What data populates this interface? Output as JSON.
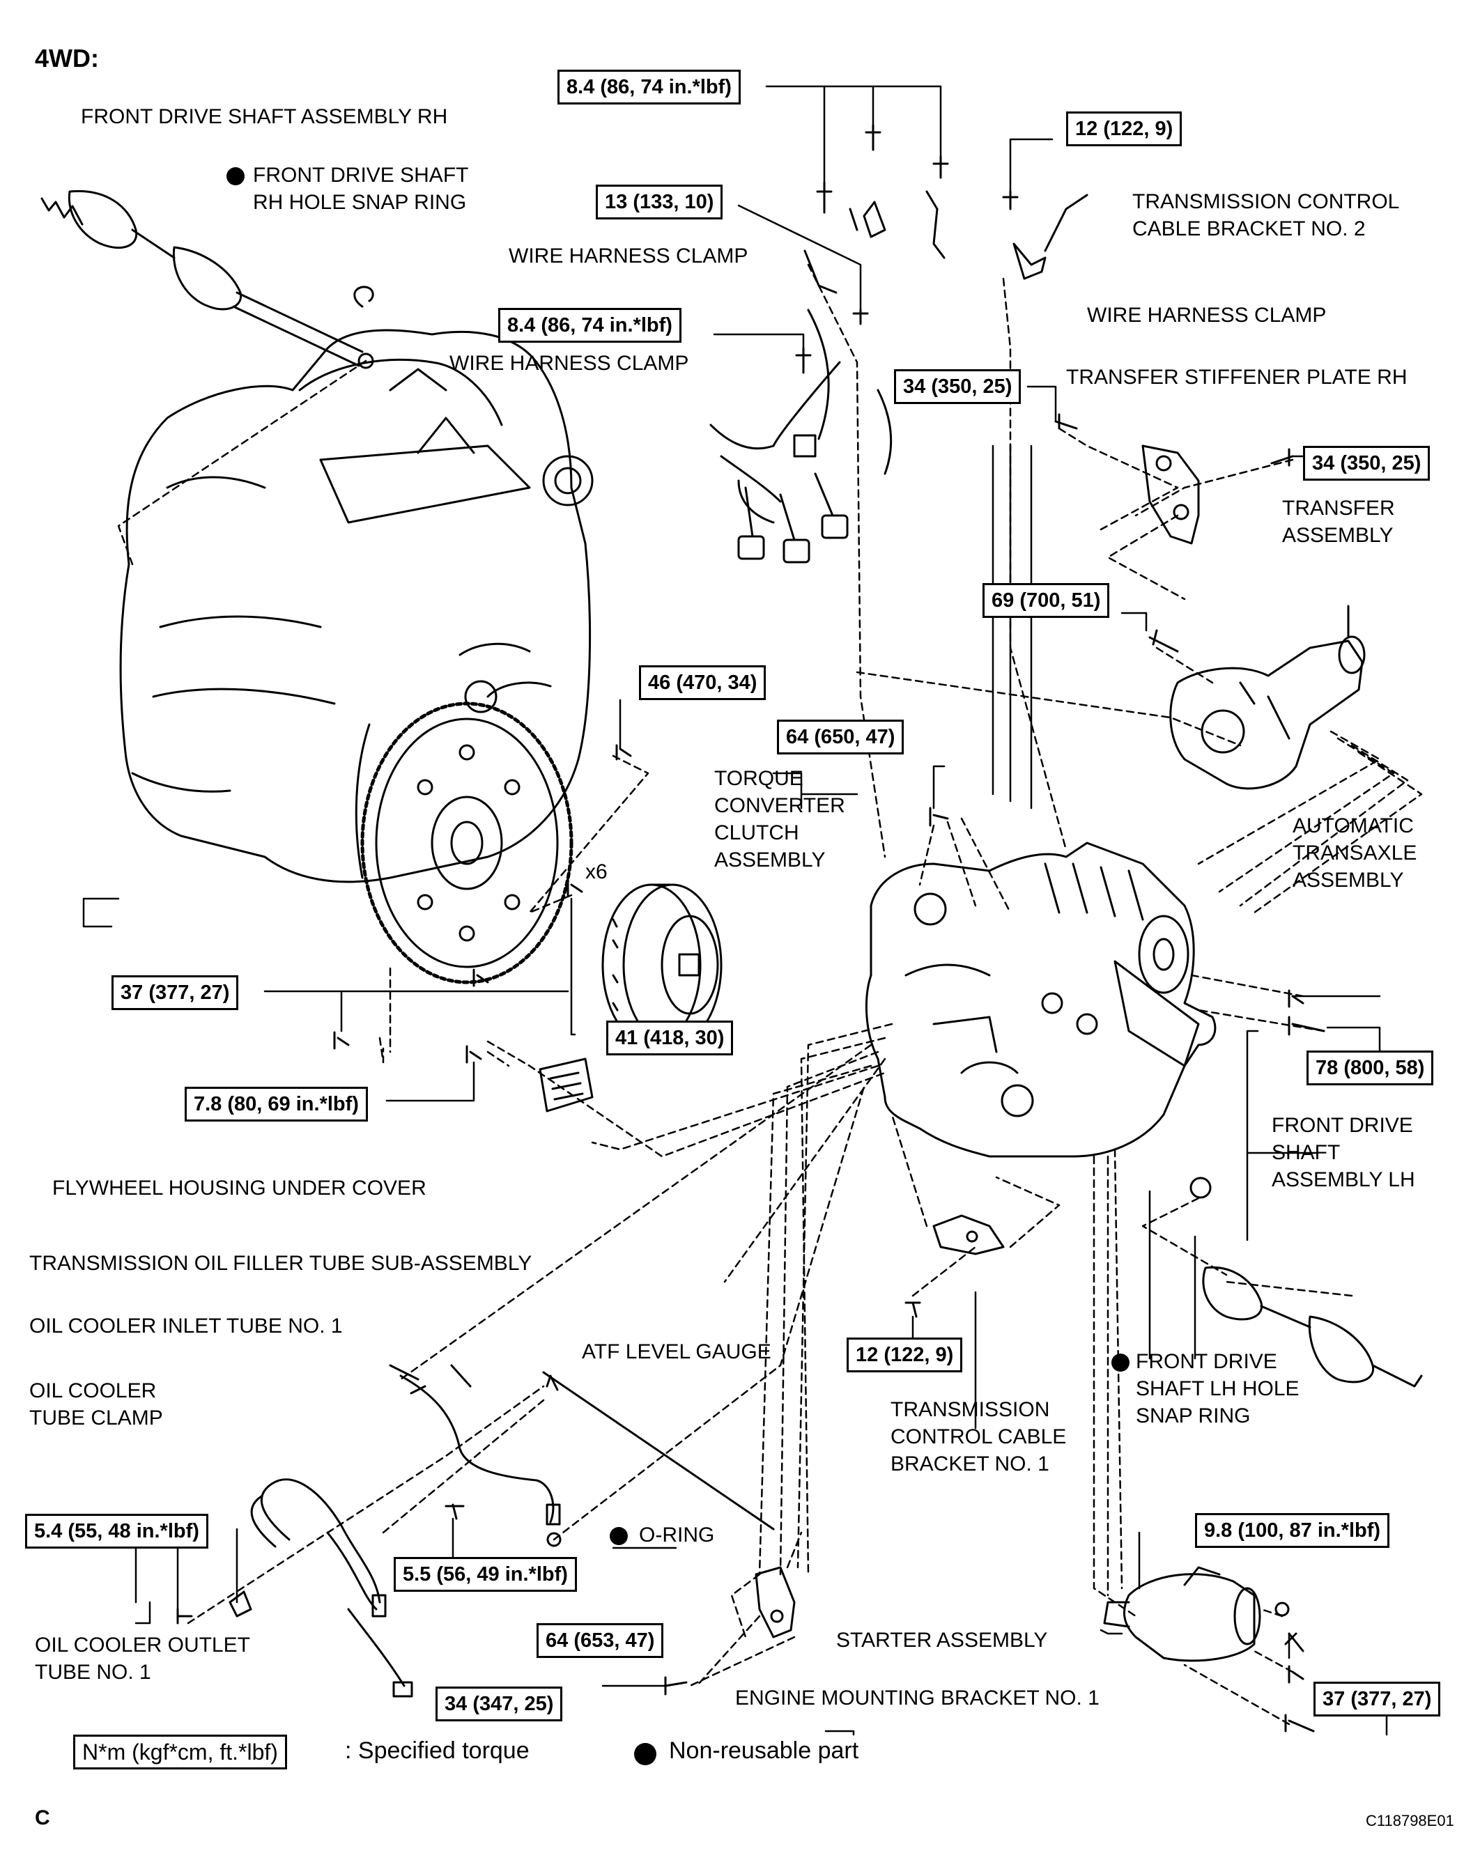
{
  "header": {
    "variant": "4WD:"
  },
  "torque_specs": {
    "t_harness_top": "8.4 (86, 74 in.*lbf)",
    "t_bracket2_bolt": "12 (122, 9)",
    "t_clamp_bolt": "13 (133, 10)",
    "t_harness_mid": "8.4 (86, 74 in.*lbf)",
    "t_stiffener_left": "34 (350, 25)",
    "t_stiffener_right": "34 (350, 25)",
    "t_transfer": "69 (700, 51)",
    "t_flywheel": "46 (470, 34)",
    "t_transaxle_top": "64 (650, 47)",
    "t_engine_lower": "37 (377, 27)",
    "t_converter": "41 (418, 30)",
    "t_under_cover": "7.8 (80, 69 in.*lbf)",
    "t_transaxle_right": "78 (800, 58)",
    "t_bracket1_bolt": "12 (122, 9)",
    "t_tube_clamp": "5.4 (55, 48 in.*lbf)",
    "t_filler_tube": "5.5 (56, 49 in.*lbf)",
    "t_mount_bracket": "64 (653, 47)",
    "t_outlet_tube": "34 (347, 25)",
    "t_starter_small": "9.8 (100, 87 in.*lbf)",
    "t_starter": "37 (377, 27)"
  },
  "labels": {
    "front_shaft_rh": "FRONT DRIVE SHAFT ASSEMBLY RH",
    "snap_ring_rh": "FRONT DRIVE SHAFT\nRH HOLE SNAP RING",
    "tcc_bracket2": "TRANSMISSION CONTROL\nCABLE BRACKET NO. 2",
    "wire_clamp_1": "WIRE HARNESS CLAMP",
    "wire_clamp_2": "WIRE HARNESS CLAMP",
    "wire_clamp_3": "WIRE HARNESS CLAMP",
    "stiffener": "TRANSFER STIFFENER PLATE RH",
    "transfer": "TRANSFER\nASSEMBLY",
    "converter": "TORQUE\nCONVERTER\nCLUTCH\nASSEMBLY",
    "x6": "x6",
    "transaxle": "AUTOMATIC\nTRANSAXLE\nASSEMBLY",
    "front_shaft_lh": "FRONT DRIVE\nSHAFT\nASSEMBLY LH",
    "under_cover": "FLYWHEEL HOUSING UNDER COVER",
    "filler_tube": "TRANSMISSION OIL FILLER TUBE SUB-ASSEMBLY",
    "inlet_tube": "OIL COOLER INLET TUBE NO. 1",
    "atf_gauge": "ATF LEVEL GAUGE",
    "tube_clamp": "OIL COOLER\nTUBE CLAMP",
    "snap_ring_lh": "FRONT DRIVE\nSHAFT LH HOLE\nSNAP RING",
    "tcc_bracket1": "TRANSMISSION\nCONTROL CABLE\nBRACKET NO. 1",
    "o_ring": "O-RING",
    "outlet_tube": "OIL COOLER OUTLET\nTUBE NO. 1",
    "starter": "STARTER ASSEMBLY",
    "mount_bracket": "ENGINE MOUNTING BRACKET NO. 1"
  },
  "legend": {
    "unit_box": "N*m (kgf*cm, ft.*lbf)",
    "unit_text": ": Specified torque",
    "nonreusable_text": "Non-reusable part"
  },
  "footer": {
    "page_letter": "C",
    "figure_code": "C118798E01"
  }
}
